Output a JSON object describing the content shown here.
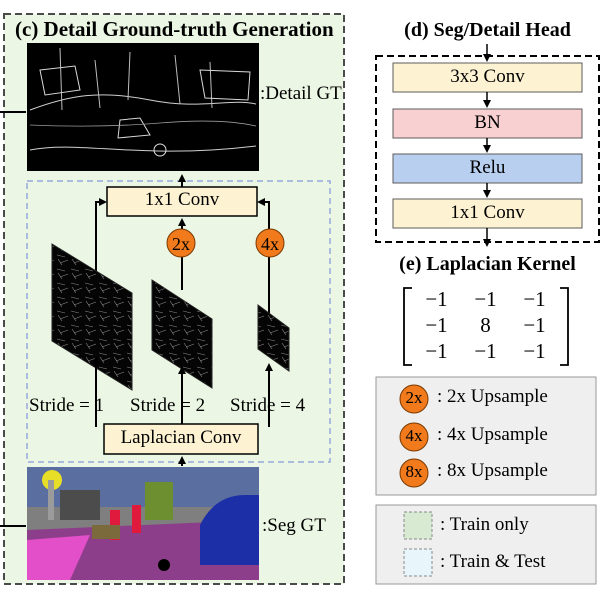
{
  "panel_c": {
    "title": "(c) Detail Ground-truth Generation",
    "detail_gt_label": ":Detail GT",
    "seg_gt_label": ":Seg GT",
    "conv1x1_label": "1x1 Conv",
    "laplacian_conv_label": "Laplacian Conv",
    "upsample_badges": [
      "2x",
      "4x"
    ],
    "strides": [
      "Stride = 1",
      "Stride = 2",
      "Stride = 4"
    ]
  },
  "panel_d": {
    "title": "(d) Seg/Detail Head",
    "layers": [
      "3x3 Conv",
      "BN",
      "Relu",
      "1x1 Conv"
    ]
  },
  "panel_e": {
    "title": "(e) Laplacian Kernel",
    "kernel": [
      [
        "−1",
        "−1",
        "−1"
      ],
      [
        "−1",
        "8",
        "−1"
      ],
      [
        "−1",
        "−1",
        "−1"
      ]
    ]
  },
  "legend_upsample": [
    {
      "badge": "2x",
      "text": ": 2x Upsample"
    },
    {
      "badge": "4x",
      "text": ": 4x Upsample"
    },
    {
      "badge": "8x",
      "text": ": 8x Upsample"
    }
  ],
  "legend_train": [
    {
      "text": ": Train only",
      "swatch": "#d9ead3"
    },
    {
      "text": ": Train & Test",
      "swatch": "#e8f6fb"
    }
  ],
  "colors": {
    "panel_bg": "#ebf7e4",
    "panel_border": "#4a4a4a",
    "inner_border": "#98a8dc",
    "conv_fill": "#fdf3d3",
    "bn_fill": "#f9d0d2",
    "relu_fill": "#b9cff0",
    "badge_fill": "#f07a1c",
    "legend_bg": "#efefef"
  }
}
